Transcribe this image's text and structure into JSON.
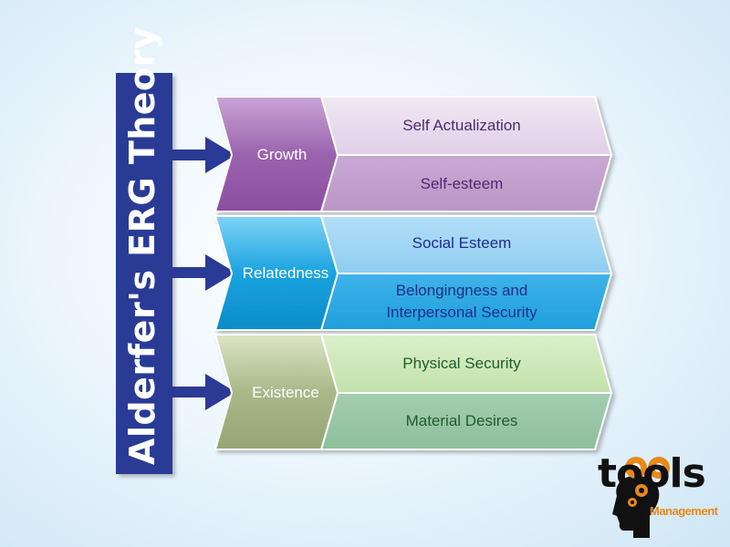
{
  "title": "Alderfer's ERG Theory",
  "colors": {
    "title_bar": "#2a3a96",
    "arrow": "#2a3a96",
    "growth": "#9b63ae",
    "relatedness": "#1aa3e0",
    "existence": "#a9b889"
  },
  "categories": [
    {
      "label": "Growth",
      "items": [
        "Self Actualization",
        "Self-esteem"
      ]
    },
    {
      "label": "Relatedness",
      "items": [
        "Social Esteem",
        "Belongingness and\nInterpersonal Security"
      ]
    },
    {
      "label": "Existence",
      "items": [
        "Physical Security",
        "Material Desires"
      ]
    }
  ],
  "logo": {
    "word": "tools",
    "sub": "Management",
    "icon": "gears-head-icon"
  }
}
